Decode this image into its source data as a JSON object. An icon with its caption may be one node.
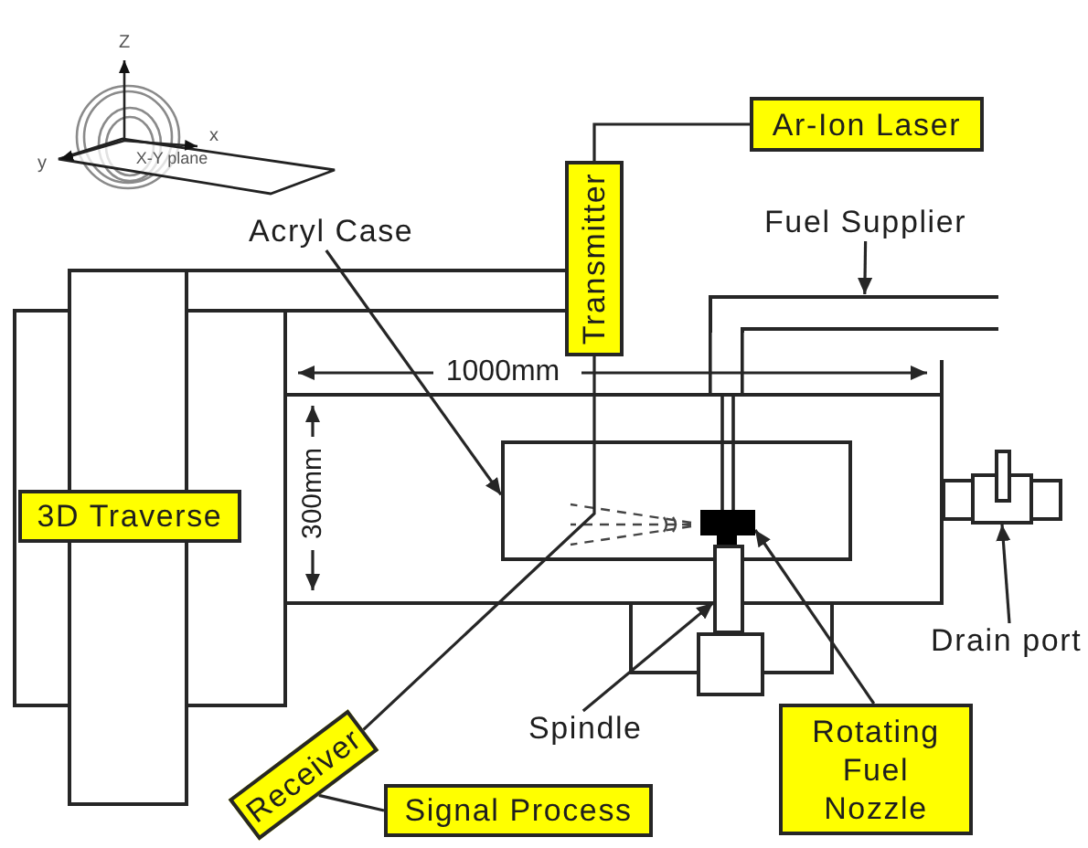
{
  "diagram": {
    "nodes": [
      {
        "text": [
          "Ar-Ion Laser"
        ]
      },
      {
        "text": [
          "Transmitter"
        ]
      },
      {
        "text": [
          "Acryl Case"
        ]
      },
      {
        "text": [
          "Fuel Supplier"
        ]
      },
      {
        "text": [],
        "shape": "pipe"
      },
      {
        "text": [
          "3D Traverse"
        ]
      },
      {
        "text": [],
        "shape": "box"
      },
      {
        "text": [],
        "shape": "block",
        "in": 6
      },
      {
        "text": [],
        "shape": "bar"
      },
      {
        "text": [],
        "shape": "valve"
      },
      {
        "text": [
          "Drain port"
        ]
      },
      {
        "text": [
          "Spindle"
        ]
      },
      {
        "text": [
          "Receiver"
        ]
      },
      {
        "text": [
          "Rotating Fuel Nozzle"
        ]
      },
      {
        "text": [
          "Signal Process"
        ]
      }
    ],
    "edges": [
      {
        "from": 0,
        "to": 1,
        "arrow": "none"
      },
      {
        "from": 1,
        "to": 12,
        "arrow": "none"
      },
      {
        "from": 12,
        "to": 14,
        "arrow": "none"
      },
      {
        "from": 2,
        "to": 6,
        "arrow": "to"
      },
      {
        "from": 3,
        "to": 4,
        "arrow": "to"
      },
      {
        "from": 11,
        "to": 8,
        "arrow": "to"
      },
      {
        "from": 13,
        "to": 7,
        "arrow": "to"
      },
      {
        "from": 10,
        "to": 9,
        "arrow": "to"
      },
      {
        "from": 4,
        "to": 7,
        "arrow": "none"
      }
    ],
    "labels": [
      "Z",
      "x",
      "y",
      "X-Y plane",
      "1000mm",
      "300mm"
    ]
  }
}
